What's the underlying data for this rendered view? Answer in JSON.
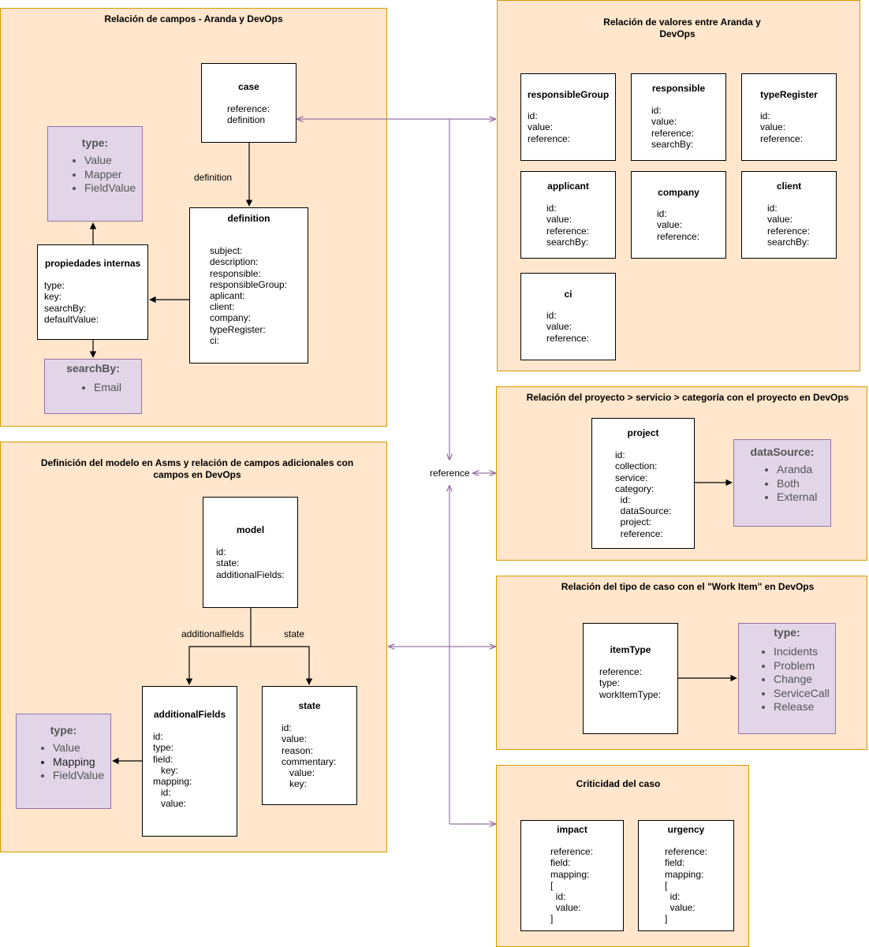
{
  "panels": {
    "campos": {
      "title": "Relación de campos - Aranda y DevOps",
      "case": {
        "title": "case",
        "lines": [
          "reference:",
          "definition"
        ]
      },
      "edge_definition": "definition",
      "definition": {
        "title": "definition",
        "lines": [
          "subject:",
          "description:",
          "responsible:",
          "responsibleGroup:",
          "aplicant:",
          "client:",
          "company:",
          "typeRegister:",
          "ci:"
        ]
      },
      "propiedades": {
        "title": "propiedades internas",
        "lines": [
          "type:",
          "key:",
          "searchBy:",
          "defaultValue:"
        ]
      },
      "type_enum": {
        "title": "type:",
        "items": [
          "Value",
          "Mapper",
          "FieldValue"
        ]
      },
      "searchby_enum": {
        "title": "searchBy:",
        "items": [
          "Email"
        ]
      }
    },
    "valores": {
      "title_lines": [
        "Relación de valores entre Aranda y",
        "DevOps"
      ],
      "responsibleGroup": {
        "title": "responsibleGroup",
        "lines": [
          "id:",
          "value:",
          "reference:"
        ]
      },
      "responsible": {
        "title": "responsible",
        "lines": [
          "id:",
          "value:",
          "reference:",
          "searchBy:"
        ]
      },
      "typeRegister": {
        "title": "typeRegister",
        "lines": [
          "id:",
          "value:",
          "reference:"
        ]
      },
      "applicant": {
        "title": "applicant",
        "lines": [
          "id:",
          "value:",
          "reference:",
          "searchBy:"
        ]
      },
      "company": {
        "title": "company",
        "lines": [
          "id:",
          "value:",
          "reference:"
        ]
      },
      "client": {
        "title": "client",
        "lines": [
          "id:",
          "value:",
          "reference:",
          "searchBy:"
        ]
      },
      "ci": {
        "title": "ci",
        "lines": [
          "id:",
          "value:",
          "reference:"
        ]
      }
    },
    "modelo": {
      "title_lines": [
        "Definición del modelo en Asms y relación de campos adicionales con",
        "campos en DevOps"
      ],
      "model": {
        "title": "model",
        "lines": [
          "id:",
          "state:",
          "additionalFields:"
        ]
      },
      "edge_additional": "additionalfields",
      "edge_state": "state",
      "additionalFields": {
        "title": "additionalFields",
        "lines": [
          "id:",
          "type:",
          "field:",
          "   key:",
          "mapping:",
          "   id:",
          "   value:"
        ]
      },
      "state": {
        "title": "state",
        "lines": [
          "id:",
          "value:",
          "reason:",
          "commentary:",
          "   value:",
          "   key:"
        ]
      },
      "type_enum": {
        "title": "type:",
        "items": [
          "Value",
          "Mapping",
          "FieldValue"
        ]
      }
    },
    "proyecto": {
      "title": "Relación del proyecto > servicio > categoría con el proyecto en DevOps",
      "project": {
        "title": "project",
        "lines": [
          "id:",
          "collection:",
          "service:",
          "category:",
          "  id:",
          "  dataSource:",
          "  project:",
          "  reference:"
        ]
      },
      "datasource_enum": {
        "title": "dataSource:",
        "items": [
          "Aranda",
          "Both",
          "External"
        ]
      }
    },
    "tipo": {
      "title": "Relación del tipo de caso con el \"Work Item\" en DevOps",
      "itemType": {
        "title": "itemType",
        "lines": [
          "reference:",
          "type:",
          "workItemType:"
        ]
      },
      "type_enum": {
        "title": "type:",
        "items": [
          "Incidents",
          "Problem",
          "Change",
          "ServiceCall",
          "Release"
        ]
      }
    },
    "criticidad": {
      "title": "Criticidad del caso",
      "impact": {
        "title": "impact",
        "lines": [
          "reference:",
          "field:",
          "mapping:",
          "[",
          "  id:",
          "  value:",
          "]"
        ]
      },
      "urgency": {
        "title": "urgency",
        "lines": [
          "reference:",
          "field:",
          "mapping:",
          "[",
          "  id:",
          "  value:",
          "]"
        ]
      }
    }
  },
  "reference_label": "reference",
  "colors": {
    "panel_fill": "#ffe6cc",
    "panel_border": "#d79b00",
    "enum_fill": "#e1d5e7",
    "enum_border": "#9673a6",
    "connector": "#9673a6"
  }
}
